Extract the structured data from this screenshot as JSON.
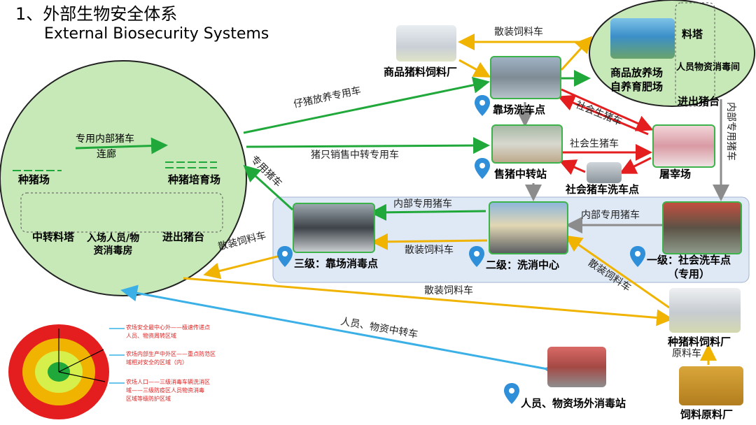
{
  "title": {
    "cn": "1、外部生物安全体系",
    "en": "External Biosecurity Systems"
  },
  "nodes": {
    "breeding_farm": "种猪场",
    "breeding_nursery": "种猪培育场",
    "corridor": "连廊",
    "internal_car_label": "专用内部猪车",
    "transfer_tower": "中转料塔",
    "entry_disinfect": "入场人员/物\n资消毒房",
    "loading_platform": "进出猪台",
    "commercial_feed_mill": "商品猪料饲料厂",
    "fattening_farm": "商品放养场\n自养育肥场",
    "feed_tower": "料塔",
    "personnel_disinfect": "人员物资消毒间",
    "loading_platform2": "进出猪台",
    "farm_wash_point": "靠场洗车点",
    "pig_sale_station": "售猪中转站",
    "slaughterhouse": "屠宰场",
    "social_wash": "社会猪车洗车点",
    "level3": "三级：靠场消毒点",
    "level2": "二级：洗消中心",
    "level1": "一级：社会洗车点\n（专用）",
    "breeding_feed_mill": "种猪料饲料厂",
    "raw_material_plant": "饲料原料厂",
    "external_station": "人员、物资场外消毒站"
  },
  "edges": {
    "bulk_feed_top": "散装饲料车",
    "piglet_car": "仔猪放养专用车",
    "sale_car": "猪只销售中转专用车",
    "special_pig_car": "专用猪车",
    "social_car1": "社会生猪车",
    "social_car2": "社会生猪车",
    "internal_car_right": "内部专用猪车",
    "internal_car_mid": "内部专用猪车",
    "internal_car_top": "内部专用猪车",
    "bulk_feed_left": "散装饲料车",
    "bulk_feed_mid": "散装饲料车",
    "bulk_feed_diag": "散装饲料车",
    "bulk_feed_long": "散装饲料车",
    "personnel_transfer": "人员、物资中转车",
    "raw_material_car": "原料车"
  },
  "legend": {
    "line1": "农场安全最中心外——极速传递点",
    "line1b": "人员、物资周转区域",
    "line2": "农场内部生产中外区——重点防范区",
    "line2b": "域相对安全的区域（内）",
    "line3": "农场人口——三级消毒车辆洗消区",
    "line3b": "域——三级防疫区人员物资消毒",
    "line3c": "区域等级防护区域"
  },
  "colors": {
    "green": "#20a83a",
    "red": "#e41e1e",
    "yellow": "#f0b400",
    "blue": "#3ab0e6",
    "gray": "#8c8c8c",
    "circle_fill": "#c7e9b8",
    "blue_band": "#dfe8f5"
  }
}
